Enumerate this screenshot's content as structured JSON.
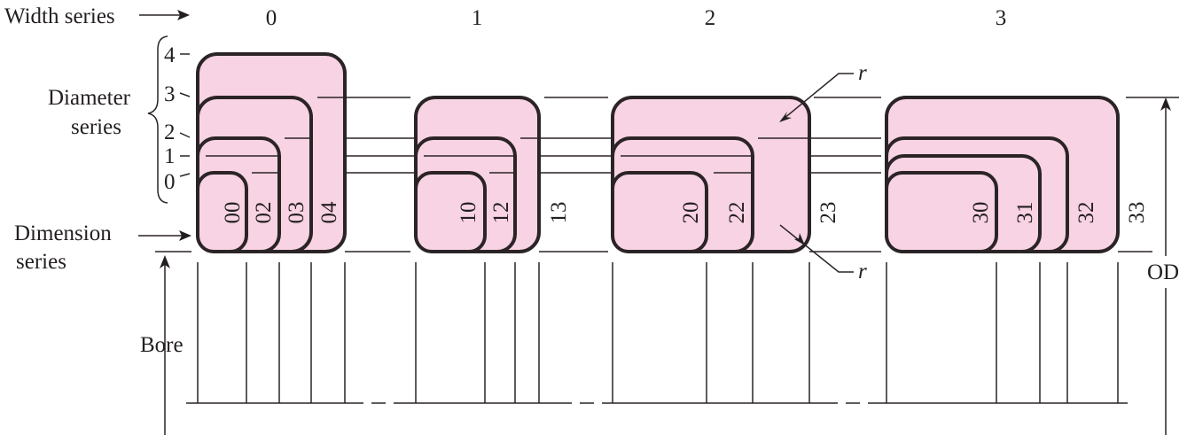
{
  "labels": {
    "width_series": "Width series",
    "diameter_series_line1": "Diameter",
    "diameter_series_line2": "series",
    "dimension_series_line1": "Dimension",
    "dimension_series_line2": "series",
    "bore": "Bore",
    "od": "OD",
    "r_top": "r",
    "r_bottom": "r"
  },
  "width_series_numbers": [
    "0",
    "1",
    "2",
    "3"
  ],
  "diameter_series_numbers": [
    "4",
    "3",
    "2",
    "1",
    "0"
  ],
  "dimension_series": {
    "group0": [
      "00",
      "02",
      "03",
      "04"
    ],
    "group1": [
      "10",
      "12",
      "13"
    ],
    "group2": [
      "20",
      "22",
      "23"
    ],
    "group3": [
      "30",
      "31",
      "32",
      "33"
    ]
  },
  "colors": {
    "fill": "#f8d3e3",
    "stroke": "#2b2426"
  }
}
